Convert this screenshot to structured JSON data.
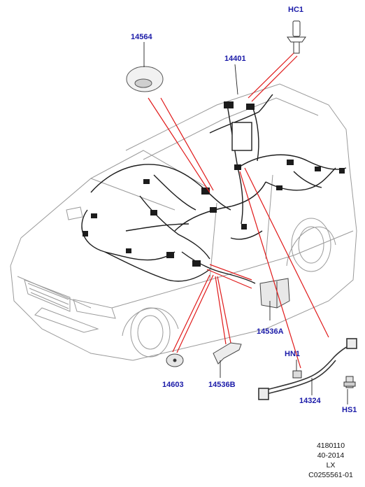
{
  "callouts": {
    "hc1": "HC1",
    "p14564": "14564",
    "p14401": "14401",
    "p14536a": "14536A",
    "p14603": "14603",
    "p14536b": "14536B",
    "hn1": "HN1",
    "p14324": "14324",
    "hs1": "HS1"
  },
  "reference": {
    "line1": "4180110",
    "line2": "40-2014",
    "line3": "LX",
    "line4": "C0255561-01"
  },
  "colors": {
    "callout_text": "#1a1aa8",
    "leader_line": "#e01919",
    "drawing_line": "#555555",
    "harness": "#1c1c1c"
  }
}
